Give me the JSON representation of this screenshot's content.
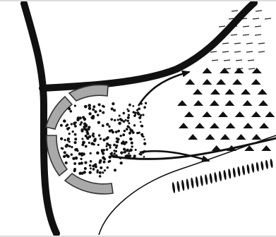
{
  "diagram": {
    "colors": {
      "background": "#ffffff",
      "ink": "#111111",
      "capsule": "#a9a9a9",
      "frame": "#dcdcdc"
    },
    "regions": [
      {
        "id": "upper-left-region",
        "pattern": "blank"
      },
      {
        "id": "lower-left-region",
        "pattern": "blank"
      },
      {
        "id": "right-region",
        "pattern": "none"
      },
      {
        "id": "upper-right-region",
        "pattern": "short-dashes"
      },
      {
        "id": "middle-right-region",
        "pattern": "triangles"
      },
      {
        "id": "lower-right-region",
        "pattern": "vertical-ellipses"
      }
    ],
    "source_cluster": {
      "pattern": "dots",
      "enclosure": "segmented-arc"
    },
    "arrows": [
      {
        "id": "arrow-to-triangles",
        "from": "source_cluster",
        "to": "middle-right-region"
      },
      {
        "id": "arrow-to-ellipses",
        "from": "source_cluster",
        "to": "lower-right-region"
      }
    ]
  }
}
